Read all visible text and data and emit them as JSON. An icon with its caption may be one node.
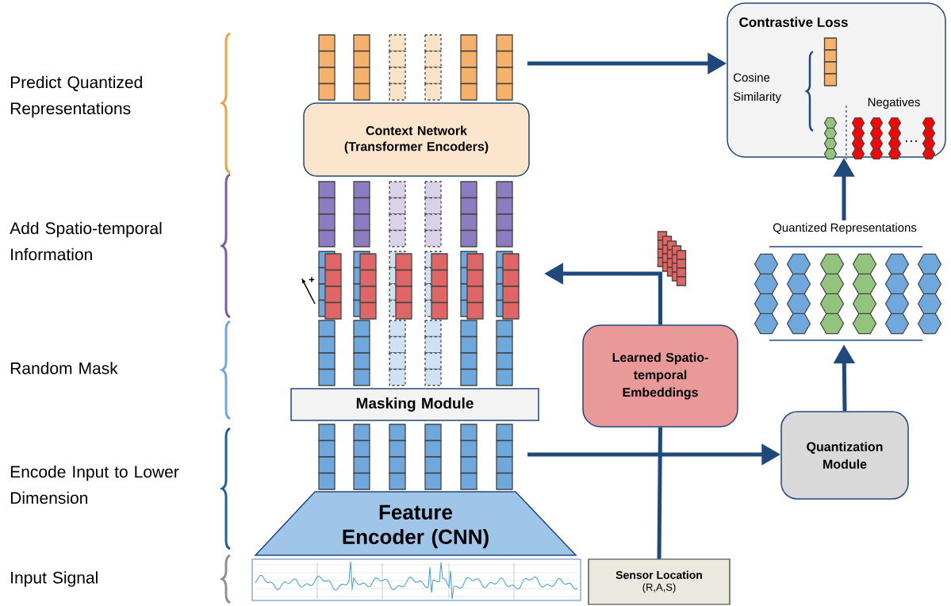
{
  "diagram": {
    "nodes": [
      {
        "text": [
          "Contrastive Loss"
        ]
      },
      {
        "text": [
          "Context Network (Transformer Encoders)"
        ]
      },
      {
        "text": [
          "Masking Module"
        ]
      },
      {
        "text": [
          "Feature Encoder (CNN)"
        ]
      },
      {
        "text": [
          "Learned Spatio-temporal Embeddings"
        ]
      },
      {
        "text": [
          "Quantization Module"
        ]
      },
      {
        "text": [
          "Sensor Location",
          "(R,A,S)"
        ]
      },
      {
        "text": [
          "Quantized Representations"
        ]
      }
    ],
    "edges": [
      {
        "from": null,
        "to": 0,
        "arrow": "to"
      },
      {
        "from": null,
        "to": 5,
        "arrow": "to"
      },
      {
        "from": 6,
        "to": 4,
        "arrow": "none"
      },
      {
        "from": 4,
        "to": null,
        "arrow": "to"
      },
      {
        "from": 5,
        "to": 7,
        "arrow": "to"
      },
      {
        "from": 7,
        "to": 0,
        "arrow": "to"
      }
    ],
    "labels": [
      "Predict Quantized Representations",
      "Cosine Similarity",
      "Negatives",
      "Add Spatio-temporal Information",
      "+",
      "Random Mask",
      "Encode Input to Lower Dimension",
      "Input Signal"
    ]
  }
}
